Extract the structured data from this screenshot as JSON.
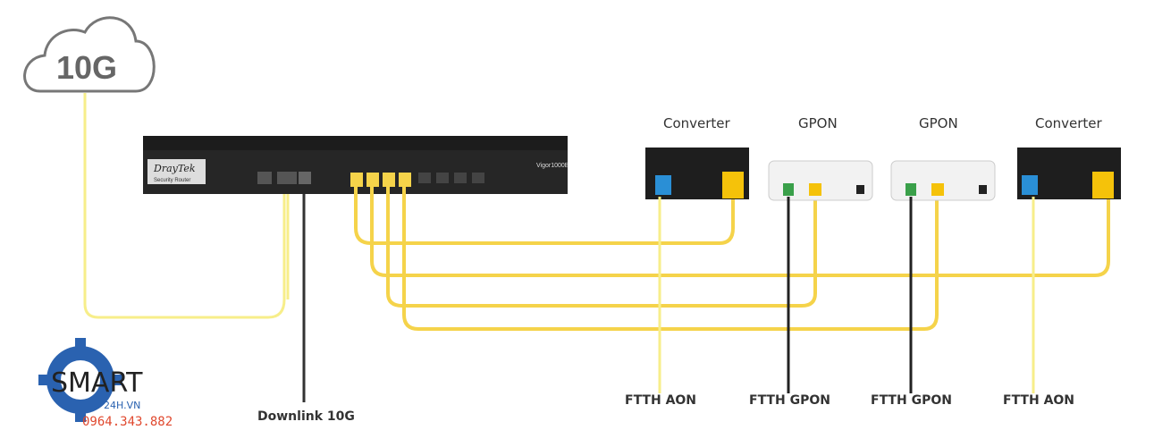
{
  "cloud": {
    "label": "10G"
  },
  "router": {
    "brand": "DrayTek",
    "subtitle": "Security Router",
    "model": "Vigor1000B"
  },
  "devices": [
    {
      "type": "converter",
      "label": "Converter"
    },
    {
      "type": "gpon",
      "label": "GPON"
    },
    {
      "type": "gpon",
      "label": "GPON"
    },
    {
      "type": "converter",
      "label": "Converter"
    }
  ],
  "bottom_labels": {
    "downlink": "Downlink 10G",
    "ftth_aon_1": "FTTH AON",
    "ftth_gpon_1": "FTTH GPON",
    "ftth_gpon_2": "FTTH GPON",
    "ftth_aon_2": "FTTH AON"
  },
  "logo": {
    "brand": "SMART",
    "sub": "24H.VN",
    "phone": "0964.343.882"
  },
  "colors": {
    "cable_yellow": "#f5d34a",
    "fiber_yellow": "#f7ee8a",
    "dark_cable": "#222222",
    "logo_blue": "#2a62b0",
    "logo_red": "#e0492f"
  }
}
